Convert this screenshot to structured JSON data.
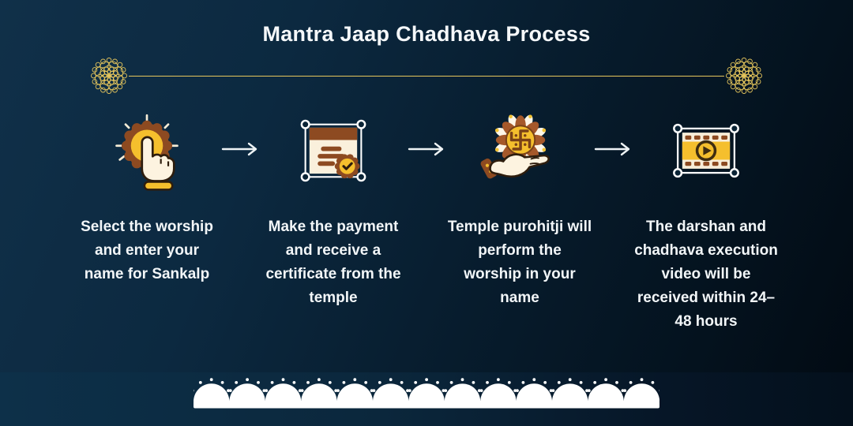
{
  "title": "Mantra Jaap Chadhava Process",
  "steps": [
    {
      "id": "select-worship",
      "icon": "tap-select-icon",
      "caption": "Select the worship\nand enter your\nname for Sankalp"
    },
    {
      "id": "payment-certificate",
      "icon": "certificate-icon",
      "caption": "Make the payment\nand receive a\ncertificate from the\ntemple"
    },
    {
      "id": "perform-worship",
      "icon": "offering-hand-icon",
      "caption": "Temple purohitji will\nperform the\nworship in your\nname"
    },
    {
      "id": "video-delivery",
      "icon": "film-video-icon",
      "caption": "The darshan and\nchadhava execution\nvideo will be\nreceived within 24–\n48 hours"
    }
  ],
  "colors": {
    "background_light": "#103049",
    "background_dark": "#020a12",
    "divider_gold": "#e6c65c",
    "icon_gold": "#f5bf2d",
    "icon_brown": "#8d4a21",
    "icon_cream": "#fdf3e0",
    "text": "#f2f6f8",
    "scallop_white": "#ffffff"
  }
}
